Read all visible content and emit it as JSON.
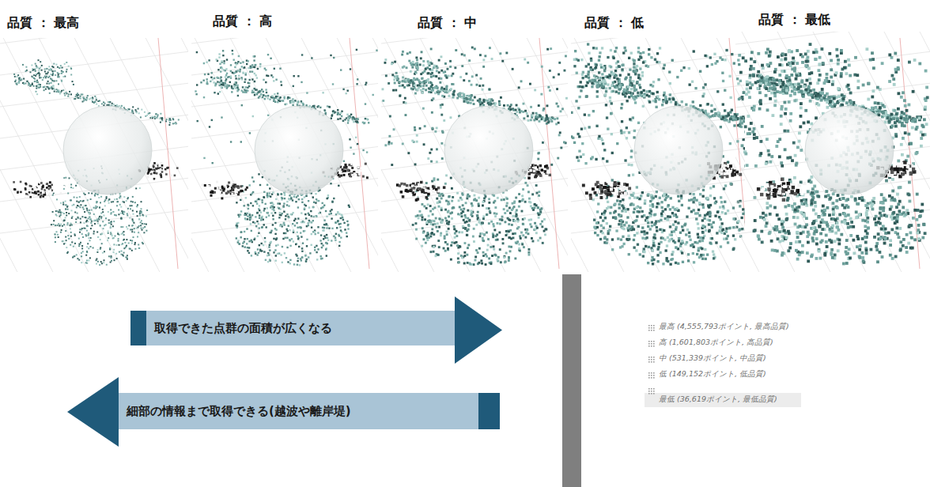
{
  "diagram": {
    "nodes": [
      {
        "text": [
          "取得できた点群の面積が広くなる"
        ]
      },
      {
        "text": [
          "細部の情報まで取得できる(越波や離岸堤)"
        ]
      }
    ],
    "labels": [
      "品質 ： 最高",
      "品質 ： 高",
      "品質 ： 中",
      "品質 ： 低",
      "品質 ： 最低",
      "最高 (4,555,793ポイント, 最高品質)",
      "高 (1,601,803ポイント, 高品質)",
      "中 (531,339ポイント, 中品質)",
      "低 (149,152ポイント, 低品質)",
      "最低 (36,619ポイント, 最低品質)"
    ]
  }
}
